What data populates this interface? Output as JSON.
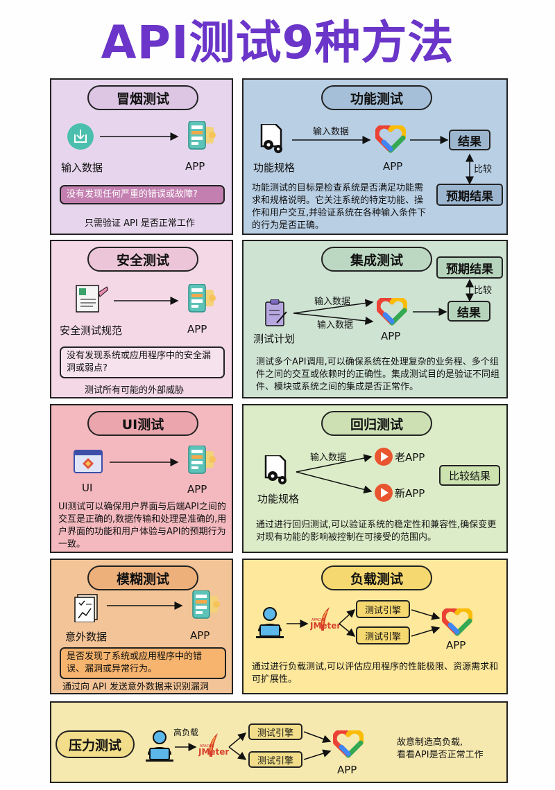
{
  "title": "API测试9种方法",
  "smoke": {
    "name": "冒烟测试",
    "input": "输入数据",
    "app": "APP",
    "question": "没有发现任何严重的错误或故障?",
    "note": "只需验证 API 是否正常工作"
  },
  "functional": {
    "name": "功能测试",
    "spec": "功能规格",
    "arrow": "输入数据",
    "app": "APP",
    "result": "结果",
    "compare": "比较",
    "expected": "预期结果",
    "desc": "功能测试的目标是检查系统是否满足功能需求和规格说明。它关注系统的特定功能、操作和用户交互,并验证系统在各种输入条件下的行为是否正确。"
  },
  "security": {
    "name": "安全测试",
    "spec": "安全测试规范",
    "app": "APP",
    "question": "没有发现系统或应用程序中的安全漏洞或弱点?",
    "note": "测试所有可能的外部威胁"
  },
  "integration": {
    "name": "集成测试",
    "plan": "测试计划",
    "arrow1": "输入数据",
    "arrow2": "输入数据",
    "app": "APP",
    "expected": "预期结果",
    "compare": "比较",
    "result": "结果",
    "desc": "测试多个API调用,可以确保系统在处理复杂的业务程、多个组件之间的交互或依赖时的正确性。集成测试目的是验证不同组件、模块或系统之间的集成是否正常作。"
  },
  "ui": {
    "name": "UI测试",
    "input": "UI",
    "app": "APP",
    "desc": "UI测试可以确保用户界面与后端API之间的交互是正确的,数据传输和处理是准确的,用户界面的功能和用户体验与API的预期行为一致。"
  },
  "regression": {
    "name": "回归测试",
    "spec": "功能规格",
    "arrow": "输入数据",
    "old_app": "老APP",
    "new_app": "新APP",
    "compare": "比较结果",
    "desc": "通过进行回归测试,可以验证系统的稳定性和兼容性,确保变更对现有功能的影响被控制在可接受的范围内。"
  },
  "fuzz": {
    "name": "模糊测试",
    "input": "意外数据",
    "app": "APP",
    "question": "是否发现了系统或应用程序中的错误、漏洞或异常行为。",
    "note": "通过向 API 发送意外数据来识别漏洞"
  },
  "load": {
    "name": "负载测试",
    "tool": "JMeter",
    "tool_small": "APACHE",
    "engine1": "测试引擎",
    "engine2": "测试引擎",
    "app": "APP",
    "desc": "通过进行负载测试,可以评估应用程序的性能极限、资源需求和可扩展性。"
  },
  "stress": {
    "name": "压力测试",
    "high": "高负载",
    "tool": "JMeter",
    "tool_small": "APACHE",
    "engine1": "测试引擎",
    "engine2": "测试引擎",
    "app": "APP",
    "desc1": "故意制造高负载,",
    "desc2": "看看API是否正常工作"
  },
  "colors": {
    "title": "#6a35c8",
    "smoke_bg": "#e6d5ec",
    "functional_bg": "#b9cfe4",
    "security_bg": "#f4d8e6",
    "integration_bg": "#cfe3d3",
    "ui_bg": "#f3b9bf",
    "regression_bg": "#dcecc8",
    "fuzz_bg": "#f3c497",
    "load_bg": "#fde89c",
    "stress_bg": "#f6e9b0",
    "play": "#e8552f"
  },
  "icons": [
    "download-icon",
    "phone-app-icon",
    "gears-icon",
    "google-heart-icon",
    "document-pen-icon",
    "clipboard-icon",
    "browser-window-icon",
    "play-icon",
    "report-chart-icon",
    "person-laptop-icon",
    "jmeter-feather-icon"
  ]
}
